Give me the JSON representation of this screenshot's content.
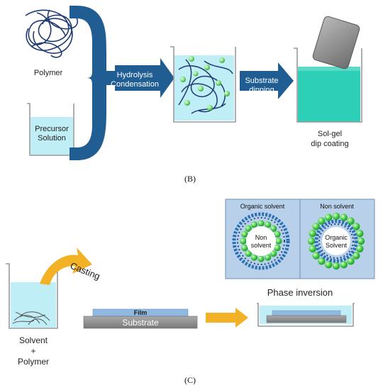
{
  "panel_b": {
    "polymer_label": "Polymer",
    "precursor_line1": "Precursor",
    "precursor_line2": "Solution",
    "arrow1_line1": "Hydrolysis",
    "arrow1_line2": "Condensation",
    "arrow2_line1": "Substrate",
    "arrow2_line2": "dipping",
    "result_line1": "Sol-gel",
    "result_line2": "dip coating",
    "caption": "(B)"
  },
  "panel_c": {
    "casting_label": "Casting",
    "solvent_line1": "Solvent",
    "solvent_line2": "+",
    "solvent_line3": "Polymer",
    "film_label": "Film",
    "substrate_label": "Substrate",
    "inset_left_title": "Organic solvent",
    "inset_left_core_line1": "Non",
    "inset_left_core_line2": "solvent",
    "inset_right_title": "Non solvent",
    "inset_right_core_line1": "Organic",
    "inset_right_core_line2": "Solvent",
    "phase_label": "Phase inversion",
    "caption": "(C)"
  },
  "colors": {
    "arrow_blue": "#1f5d93",
    "liquid_cyan": "#bfeef6",
    "coating_teal": "#2ecfb7",
    "polymer_navy": "#1f3a73",
    "sphere_green": "#34c759",
    "casting_orange": "#f3b125",
    "substrate_gray": "#8f8f8f",
    "film_blue": "#8fb9e0",
    "inset_bg": "#b9d0ea"
  }
}
